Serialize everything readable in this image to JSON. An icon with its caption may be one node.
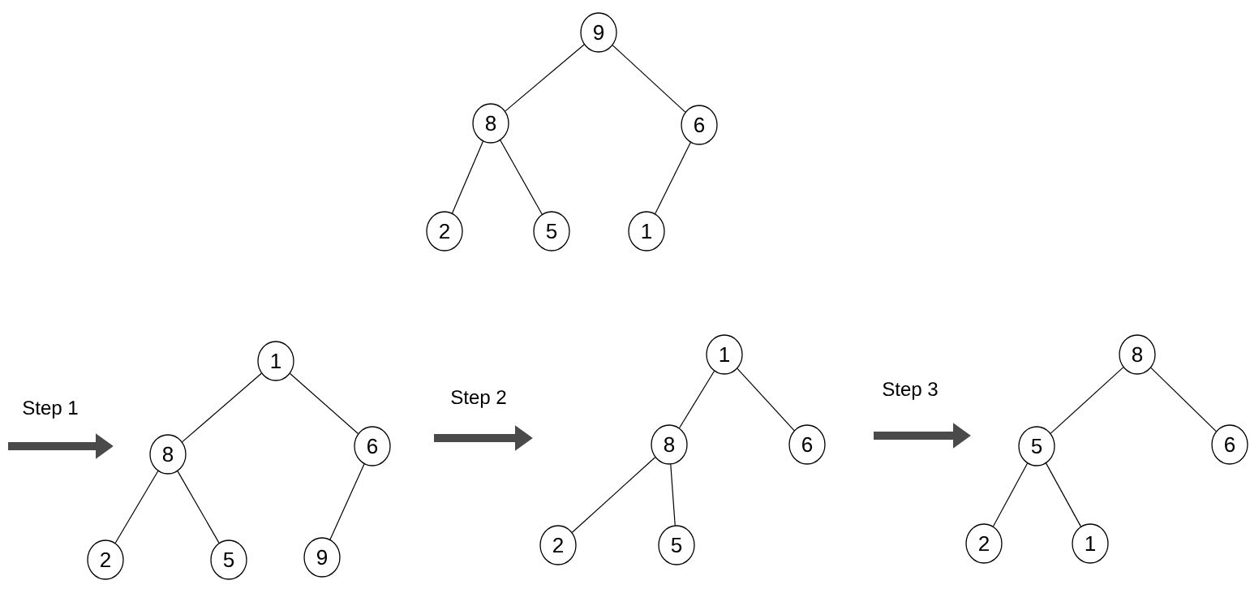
{
  "diagram": {
    "nodes": [
      {
        "text": [
          "9"
        ]
      },
      {
        "text": [
          "8"
        ]
      },
      {
        "text": [
          "6"
        ]
      },
      {
        "text": [
          "2"
        ]
      },
      {
        "text": [
          "5"
        ]
      },
      {
        "text": [
          "1"
        ]
      },
      {
        "text": [
          "1"
        ]
      },
      {
        "text": [
          "8"
        ]
      },
      {
        "text": [
          "6"
        ]
      },
      {
        "text": [
          "2"
        ]
      },
      {
        "text": [
          "5"
        ]
      },
      {
        "text": [
          "9"
        ]
      },
      {
        "text": [
          "1"
        ]
      },
      {
        "text": [
          "8"
        ]
      },
      {
        "text": [
          "6"
        ]
      },
      {
        "text": [
          "2"
        ]
      },
      {
        "text": [
          "5"
        ]
      },
      {
        "text": [
          "8"
        ]
      },
      {
        "text": [
          "5"
        ]
      },
      {
        "text": [
          "6"
        ]
      },
      {
        "text": [
          "2"
        ]
      },
      {
        "text": [
          "1"
        ]
      }
    ],
    "edges": [
      {
        "from": 0,
        "to": 1,
        "arrow": "none"
      },
      {
        "from": 0,
        "to": 2,
        "arrow": "none"
      },
      {
        "from": 1,
        "to": 3,
        "arrow": "none"
      },
      {
        "from": 1,
        "to": 4,
        "arrow": "none"
      },
      {
        "from": 2,
        "to": 5,
        "arrow": "none"
      },
      {
        "from": 6,
        "to": 7,
        "arrow": "none"
      },
      {
        "from": 6,
        "to": 8,
        "arrow": "none"
      },
      {
        "from": 7,
        "to": 9,
        "arrow": "none"
      },
      {
        "from": 7,
        "to": 10,
        "arrow": "none"
      },
      {
        "from": 8,
        "to": 11,
        "arrow": "none"
      },
      {
        "from": 12,
        "to": 13,
        "arrow": "none"
      },
      {
        "from": 12,
        "to": 14,
        "arrow": "none"
      },
      {
        "from": 13,
        "to": 15,
        "arrow": "none"
      },
      {
        "from": 13,
        "to": 16,
        "arrow": "none"
      },
      {
        "from": 17,
        "to": 18,
        "arrow": "none"
      },
      {
        "from": 17,
        "to": 19,
        "arrow": "none"
      },
      {
        "from": 18,
        "to": 20,
        "arrow": "none"
      },
      {
        "from": 18,
        "to": 21,
        "arrow": "none"
      }
    ],
    "labels": [
      "Step 1",
      "Step 2",
      "Step 3"
    ]
  }
}
